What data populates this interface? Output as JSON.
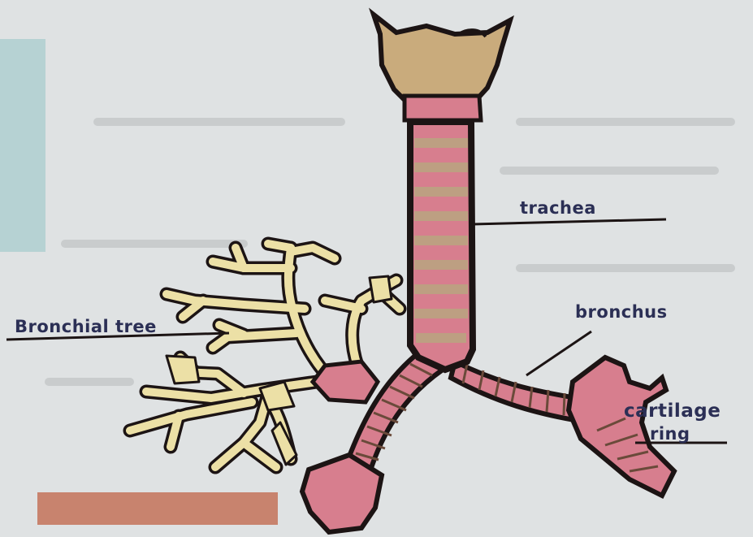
{
  "labels": {
    "trachea": "trachea",
    "bronchus": "bronchus",
    "bronchial_tree": "Bronchial tree",
    "cartilage": "cartilage",
    "ring": "ring"
  },
  "colors": {
    "background": "#dfe2e3",
    "larynx": "#c9ab7c",
    "ring_pink": "#d77e8e",
    "ring_tan": "#bd9f82",
    "branch_fill": "#ece0a6",
    "outline": "#1c1414",
    "label_text": "#2b2f55",
    "swatch_teal": "#b6d2d3",
    "swatch_orange": "#c8836e"
  }
}
